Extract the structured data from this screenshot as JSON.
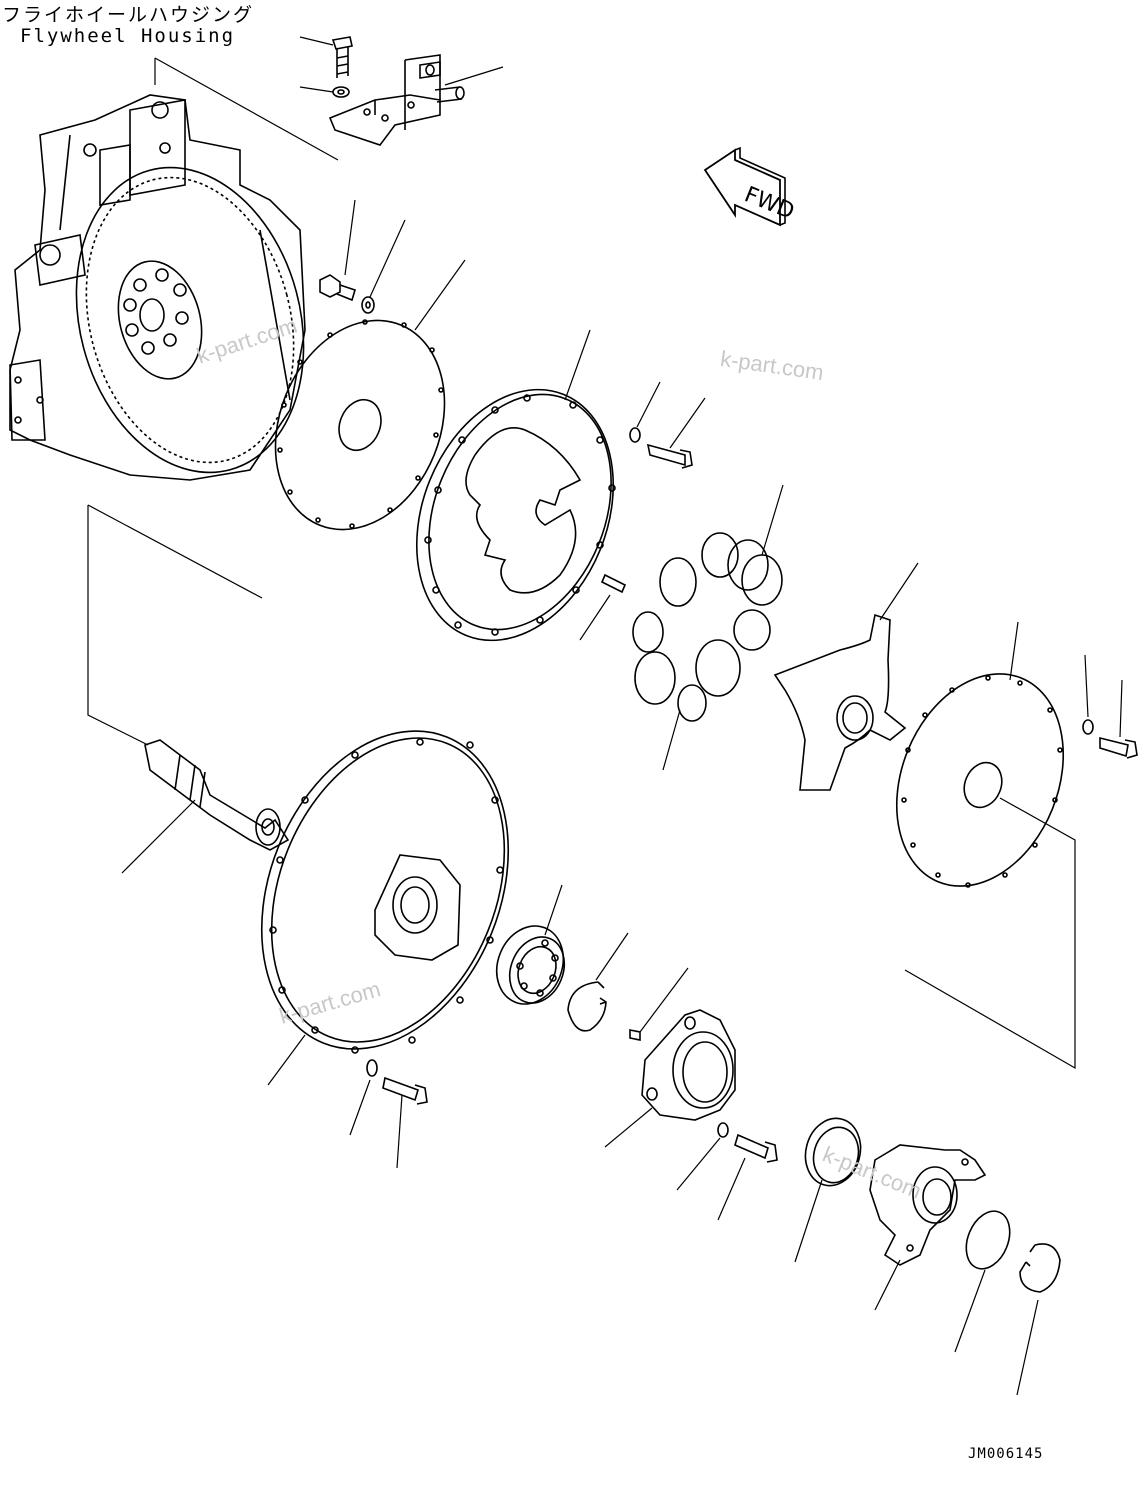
{
  "header": {
    "title_jp": "フライホイールハウジング",
    "title_en": "Flywheel Housing"
  },
  "fwd_arrow": {
    "label": "FWD"
  },
  "drawing_id": "JM006145",
  "watermarks": [
    "k-part.com",
    "k-part.com",
    "k-part.com",
    "k-part.com"
  ]
}
